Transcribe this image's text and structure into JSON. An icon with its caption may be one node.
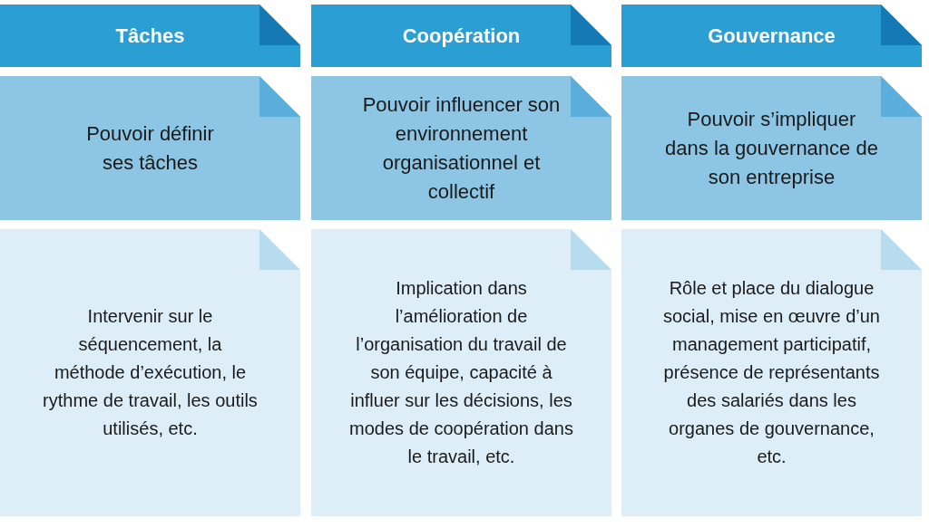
{
  "diagram": {
    "nodes": [
      {
        "text": [
          "Tâches"
        ]
      },
      {
        "text": [
          "Coopération"
        ]
      },
      {
        "text": [
          "Gouvernance"
        ]
      },
      {
        "text": [
          "Pouvoir définir ses tâches"
        ]
      },
      {
        "text": [
          "Pouvoir influencer son environnement organisationnel et collectif"
        ]
      },
      {
        "text": [
          "Pouvoir s’impliquer dans la gouvernance de son entreprise"
        ]
      },
      {
        "text": [
          "Intervenir sur le séquencement, la méthode d’exécution, le rythme de travail, les outils utilisés, etc."
        ]
      },
      {
        "text": [
          "Implication dans l’amélioration de l’organisation du travail de son équipe, capacité à influer sur les décisions, les modes de coopération dans le travail, etc."
        ]
      },
      {
        "text": [
          "Rôle et place du dialogue social, mise en œuvre d’un management participatif, présence de représentants des salariés dans les organes de gouvernance, etc."
        ]
      }
    ]
  }
}
